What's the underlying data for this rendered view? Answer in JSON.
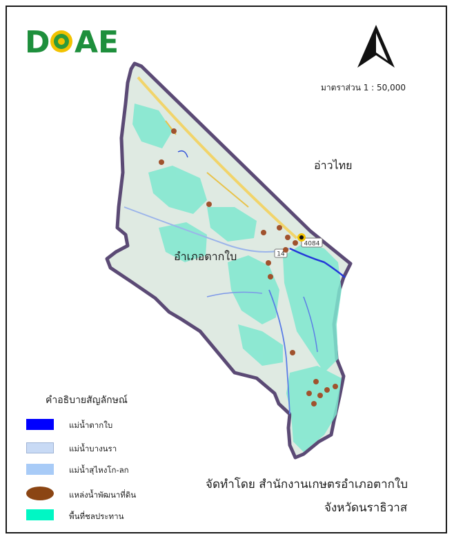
{
  "logo": {
    "text": "DOAE"
  },
  "scale": {
    "label": "มาตราส่วน 1 : 50,000"
  },
  "map": {
    "sea_label": "อ่าวไทย",
    "district_label": "อำเภอตากใบ",
    "road_shield": "4084",
    "road_shield_left": "14"
  },
  "legend": {
    "title": "คำอธิบายสัญลักษณ์",
    "items": [
      {
        "label": "แม่น้ำตากใบ",
        "color": "#0000ff"
      },
      {
        "label": "แม่น้ำบางนรา",
        "color": "#c8daf5"
      },
      {
        "label": "แม่น้ำสุไหงโก-ลก",
        "color": "#a8cbf7"
      },
      {
        "label": "แหล่งน้ำพัฒนาที่ดิน",
        "color": "#8b4513"
      },
      {
        "label": "พื้นที่ชลประทาน",
        "color": "#00f7c4"
      }
    ]
  },
  "credit": {
    "line1": "จัดทำโดย สำนักงานเกษตรอำเภอตากใบ",
    "line2": "จังหวัดนราธิวาส"
  }
}
